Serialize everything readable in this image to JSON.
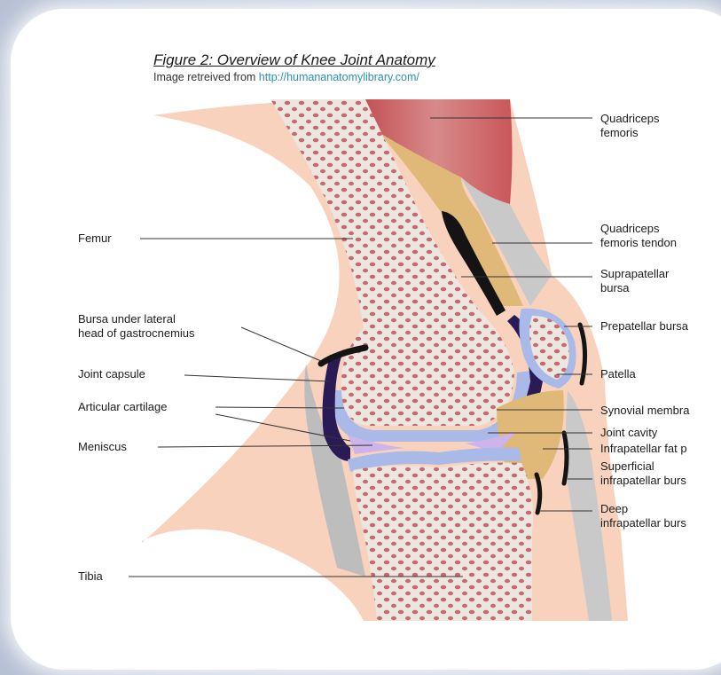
{
  "figure": {
    "title": "Figure 2: Overview of Knee Joint Anatomy",
    "source_prefix": "Image retreived from ",
    "source_link": "http://humananatomylibrary.com/"
  },
  "labels_left": {
    "femur": "Femur",
    "bursa_gastrocnemius": [
      "Bursa under lateral",
      "head of gastrocnemius"
    ],
    "joint_capsule": "Joint capsule",
    "articular_cartilage": "Articular cartilage",
    "meniscus": "Meniscus",
    "tibia": "Tibia"
  },
  "labels_right": {
    "quadriceps_femoris": [
      "Quadriceps",
      "femoris"
    ],
    "quadriceps_tendon": [
      "Quadriceps",
      "femoris tendon"
    ],
    "suprapatellar_bursa": [
      "Suprapatellar",
      "bursa"
    ],
    "prepatellar_bursa": "Prepatellar bursa",
    "patella": "Patella",
    "synovial_membrane": "Synovial membra",
    "joint_cavity": "Joint cavity",
    "infrapatellar_fat_pad": "Infrapatellar fat p",
    "superficial_infrapatellar_bursa": [
      "Superficial",
      "infrapatellar burs"
    ],
    "deep_infrapatellar_bursa": [
      "Deep",
      "infrapatellar burs"
    ]
  },
  "colors": {
    "skin": "#f8d2bc",
    "bone": "#ebe6df",
    "marrow_dots": "#c9676a",
    "muscle": "#c8575a",
    "cartilage": "#a9b9e8",
    "capsule": "#2a1b57",
    "fat": "#e0b878",
    "tendon": "#bdbdbd",
    "meniscus": "#cdb4ea"
  }
}
